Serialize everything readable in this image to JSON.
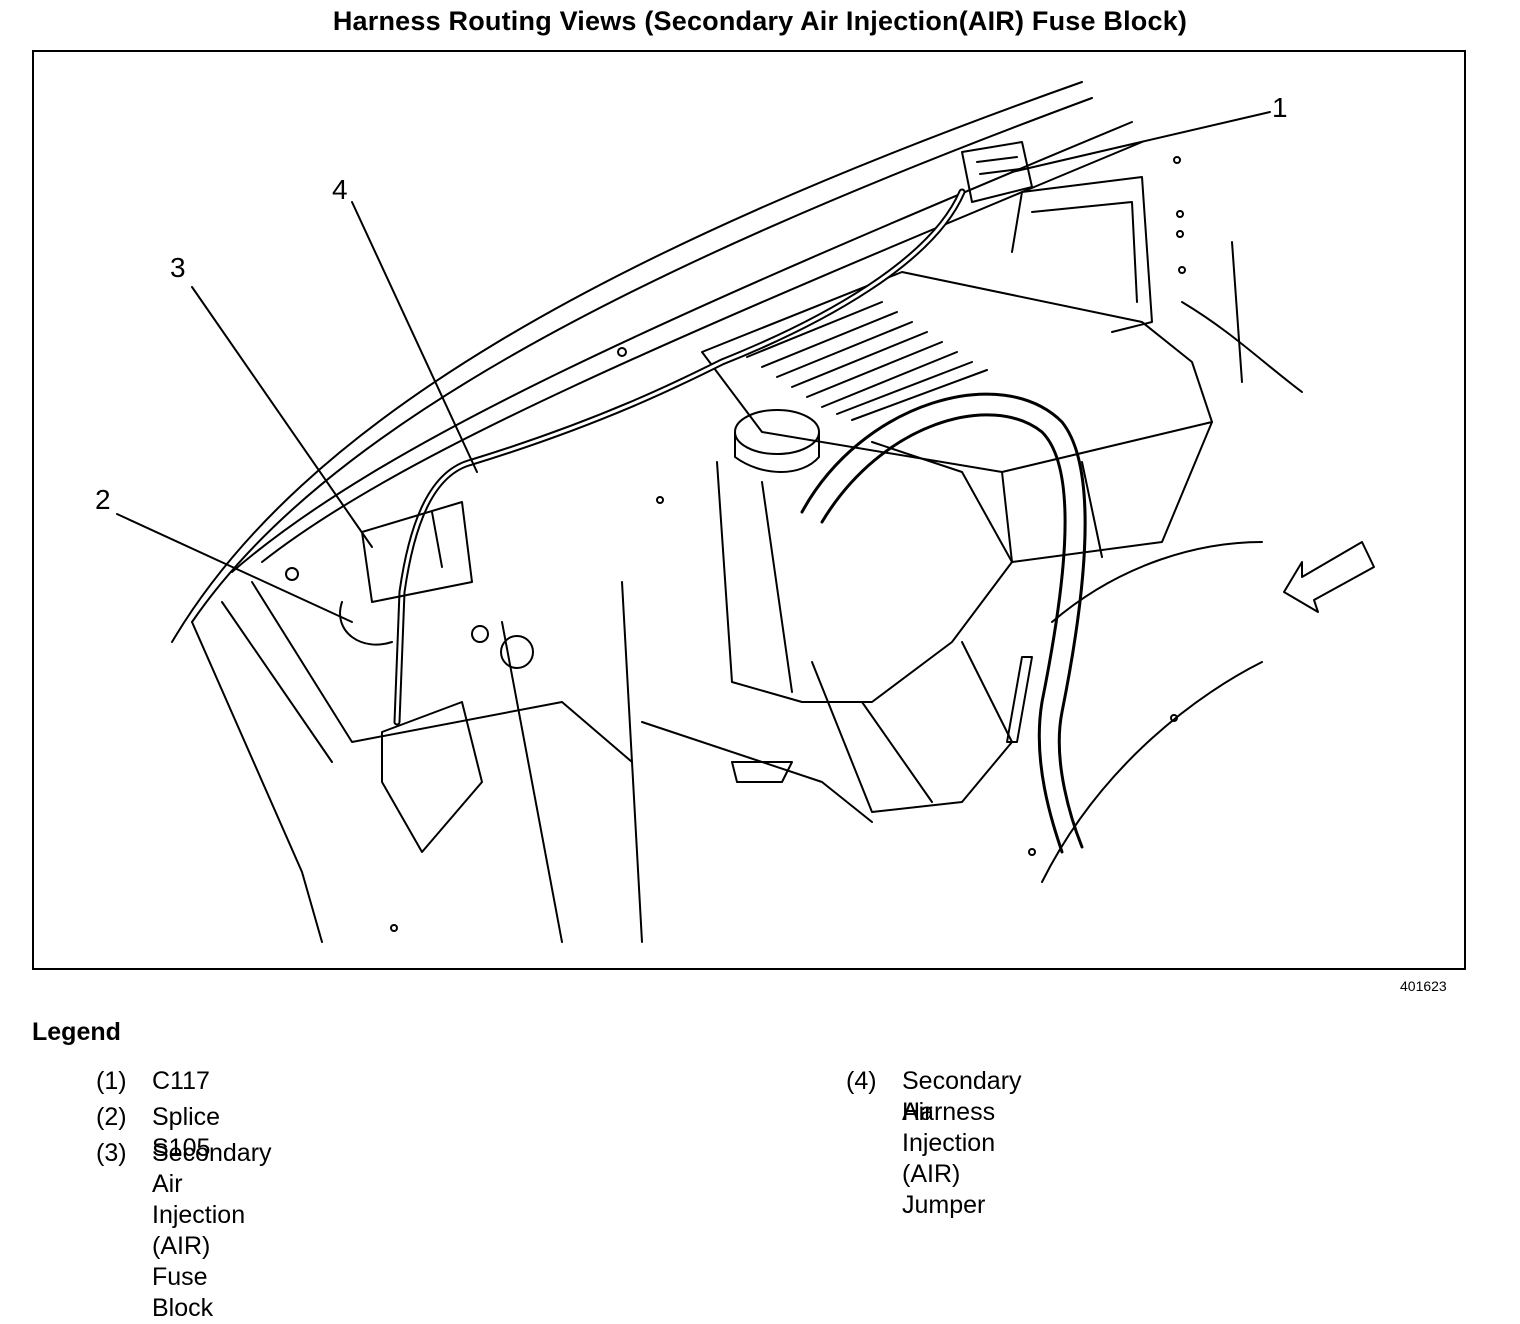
{
  "title": "Harness Routing Views (Secondary Air Injection(AIR) Fuse Block)",
  "figure_id": "401623",
  "callouts": [
    "1",
    "2",
    "3",
    "4"
  ],
  "legend": {
    "title": "Legend",
    "items": [
      {
        "num": "(1)",
        "text": "C117"
      },
      {
        "num": "(2)",
        "text": "Splice S105"
      },
      {
        "num": "(3)",
        "text": "Secondary Air Injection (AIR) Fuse Block"
      },
      {
        "num": "(4)",
        "text": "Secondary Air Injection (AIR) Jumper",
        "text2": "Harness"
      }
    ]
  }
}
